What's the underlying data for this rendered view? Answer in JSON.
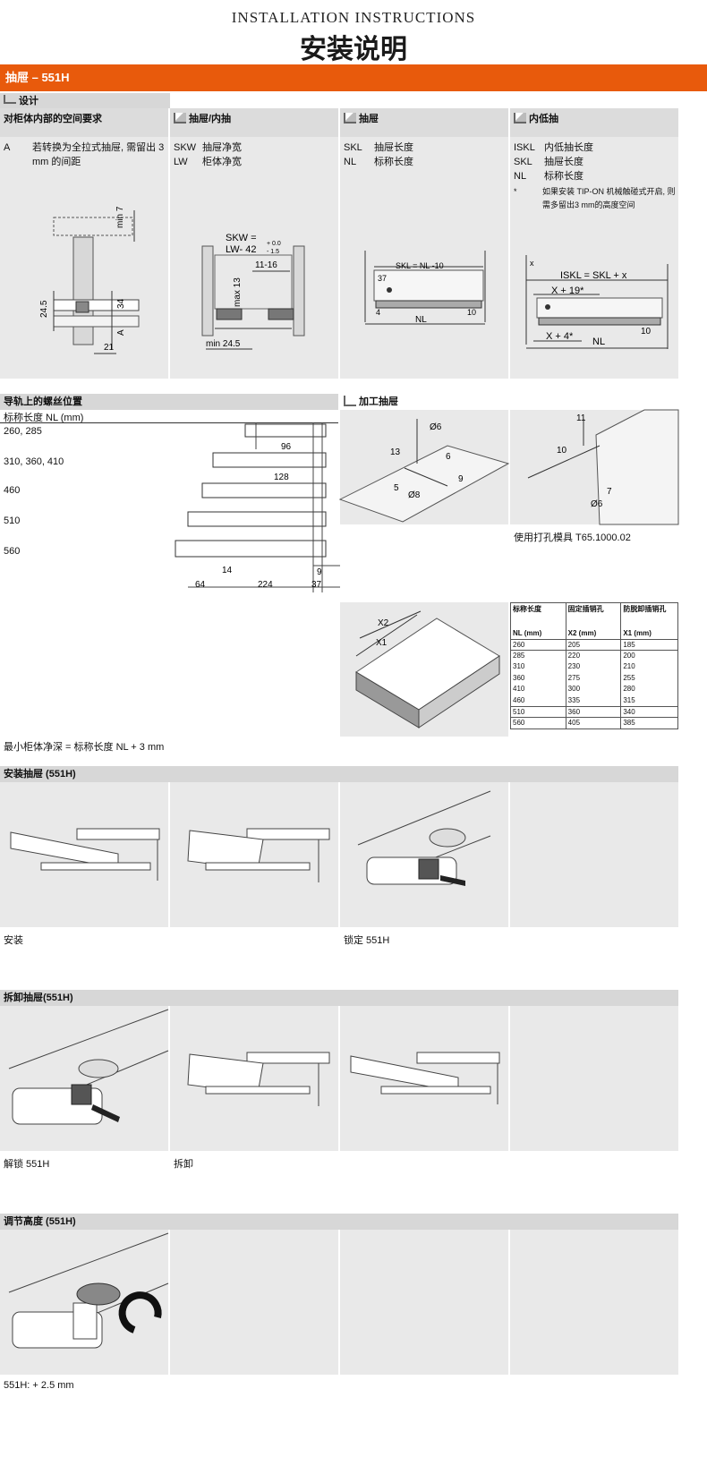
{
  "header": {
    "title_en": "INSTALLATION INSTRUCTIONS",
    "title_cn": "安装说明"
  },
  "product_bar": "抽屉 – 551H",
  "design": {
    "label": "设计",
    "col1": {
      "title": "对柜体内部的空间要求",
      "key": "A",
      "text": "若转换为全拉式抽屉, 需留出 3 mm 的间距",
      "dims": {
        "d1": "min 7",
        "d2": "24.5",
        "d3": "34",
        "d4": "A",
        "d5": "21"
      }
    },
    "col2": {
      "title": "抽屉/内抽",
      "rows": [
        {
          "k": "SKW",
          "v": "抽屉净宽"
        },
        {
          "k": "LW",
          "v": "柜体净宽"
        }
      ],
      "dims": {
        "skw": "SKW =",
        "lw": "LW- 42",
        "tol_plus": "+ 0.0",
        "tol_minus": "- 1.5",
        "max13": "max 13",
        "r1116": "11-16",
        "min245": "min 24.5"
      }
    },
    "col3": {
      "title": "抽屉",
      "rows": [
        {
          "k": "SKL",
          "v": "抽屉长度"
        },
        {
          "k": "NL",
          "v": "标称长度"
        }
      ],
      "dims": {
        "d37": "37",
        "skl": "SKL = NL -10",
        "d4": "4",
        "d10": "10",
        "nl": "NL"
      }
    },
    "col4": {
      "title": "内低抽",
      "rows": [
        {
          "k": "ISKL",
          "v": "内低抽长度"
        },
        {
          "k": "SKL",
          "v": "抽屉长度"
        },
        {
          "k": "NL",
          "v": "标称长度"
        }
      ],
      "note_mark": "*",
      "note": "如果安装 TIP-ON 机械触碰式开启, 则需多留出3 mm的高度空间",
      "dims": {
        "x": "x",
        "iskl": "ISKL = SKL + x",
        "x19": "X + 19*",
        "x4": "X + 4*",
        "d10": "10",
        "nl": "NL"
      }
    }
  },
  "screws": {
    "title": "导轨上的螺丝位置",
    "subtitle": "标称长度 NL (mm)",
    "rows": [
      "260, 285",
      "310,  360, 410",
      "460",
      "510",
      "560"
    ],
    "dims": {
      "d96": "96",
      "d128": "128",
      "d14": "14",
      "d9": "9",
      "d64": "64",
      "d224": "224",
      "d37": "37"
    }
  },
  "processing": {
    "title": "加工抽屉",
    "dims": {
      "d6": "Ø6",
      "d13": "13",
      "d6b": "6",
      "d9": "9",
      "d5": "5",
      "d8": "Ø8",
      "d11": "11",
      "d10": "10",
      "d7": "7",
      "d6c": "Ø6",
      "x1": "X1",
      "x2": "X2"
    },
    "tool": "使用打孔模具 T65.1000.02"
  },
  "table": {
    "headers": [
      "标称长度",
      "固定插销孔",
      "防脱卸插销孔"
    ],
    "subheaders": [
      "NL (mm)",
      "X2 (mm)",
      "X1 (mm)"
    ],
    "rows": [
      [
        "260",
        "205",
        "185"
      ],
      [
        "285",
        "220",
        "200"
      ],
      [
        "310",
        "230",
        "210"
      ],
      [
        "360",
        "275",
        "255"
      ],
      [
        "410",
        "300",
        "280"
      ],
      [
        "460",
        "335",
        "315"
      ],
      [
        "510",
        "360",
        "340"
      ],
      [
        "560",
        "405",
        "385"
      ]
    ]
  },
  "min_depth": "最小柜体净深 = 标称长度 NL + 3 mm",
  "install": {
    "title": "安装抽屉 (551H)",
    "cap1": "安装",
    "cap3": "锁定 551H"
  },
  "remove": {
    "title": "拆卸抽屉(551H)",
    "cap1": "解锁 551H",
    "cap2": "拆卸"
  },
  "adjust": {
    "title": "调节高度 (551H)",
    "cap1": "551H: + 2.5 mm"
  }
}
